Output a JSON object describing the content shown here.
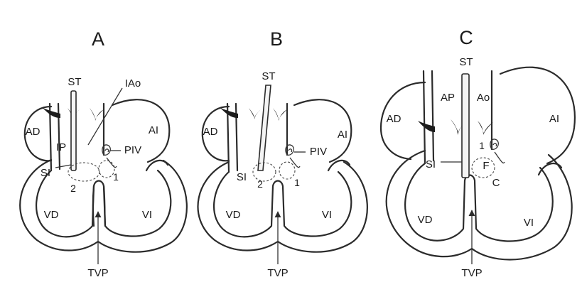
{
  "panels": [
    {
      "letter": "A",
      "labels": {
        "st": "ST",
        "iao": "IAo",
        "ad": "AD",
        "ai": "AI",
        "ip": "IP",
        "piv": "PIV",
        "si": "SI",
        "one": "1",
        "two": "2",
        "vd": "VD",
        "vi": "VI",
        "tvp": "TVP"
      }
    },
    {
      "letter": "B",
      "labels": {
        "st": "ST",
        "ad": "AD",
        "ai": "AI",
        "piv": "PIV",
        "si": "SI",
        "one": "1",
        "two": "2",
        "vd": "VD",
        "vi": "VI",
        "tvp": "TVP"
      }
    },
    {
      "letter": "C",
      "labels": {
        "st": "ST",
        "ad": "AD",
        "ap": "AP",
        "ao": "Ao",
        "ai": "AI",
        "si": "SI",
        "one": "1",
        "f": "F",
        "c": "C",
        "vd": "VD",
        "vi": "VI",
        "tvp": "TVP"
      }
    }
  ]
}
